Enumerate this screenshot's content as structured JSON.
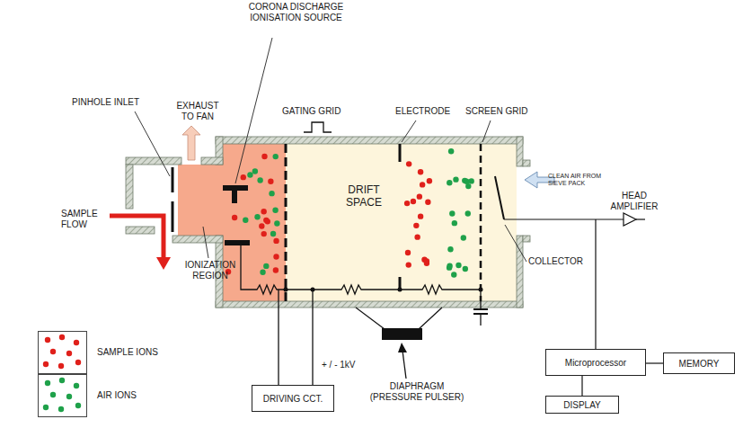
{
  "diagram": {
    "nodes": [
      {
        "text": [
          "DRIVING CCT."
        ]
      },
      {
        "text": [
          "Microprocessor"
        ]
      },
      {
        "text": [
          "MEMORY"
        ]
      },
      {
        "text": [
          "DISPLAY"
        ]
      }
    ],
    "edges": [
      {
        "from": 1,
        "to": 2,
        "arrow": "none"
      },
      {
        "from": 1,
        "to": 3,
        "arrow": "none"
      }
    ],
    "labels": [
      "CORONA DISCHARGE IONISATION SOURCE",
      "PINHOLE INLET",
      "EXHAUST TO FAN",
      "GATING GRID",
      "ELECTRODE",
      "SCREEN GRID",
      "SAMPLE FLOW",
      "DRIFT SPACE",
      "CLEAN AIR FROM SIEVE PACK",
      "HEAD AMPLIFIER",
      "IONIZATION REGION",
      "COLLECTOR",
      "+ / - 1kV",
      "DIAPHRAGM (PRESSURE PULSER)"
    ],
    "legend": [
      {
        "text": "SAMPLE IONS",
        "color": "#e0201b"
      },
      {
        "text": "AIR IONS",
        "color": "#1fa14a"
      }
    ]
  }
}
